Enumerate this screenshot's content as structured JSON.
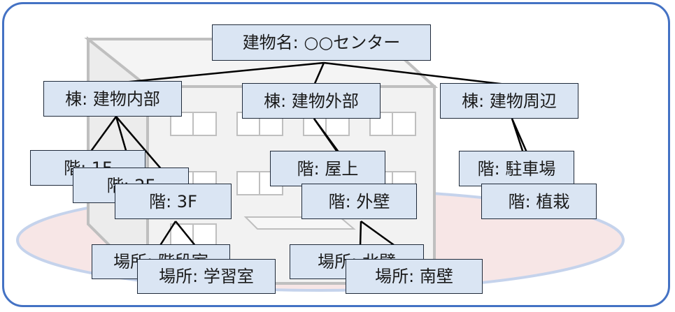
{
  "diagram": {
    "colors": {
      "frame": "#4472c4",
      "node_fill": "#dae5f3",
      "node_border": "#1f2a3a",
      "ellipse_fill": "#f7e6e6",
      "ellipse_stroke": "#c5d3ec",
      "building_fill": "#f2f2f2",
      "building_stroke": "#bfbfbf"
    },
    "root": {
      "label": "建物名: ○○センター"
    },
    "wings": [
      {
        "label": "棟: 建物内部"
      },
      {
        "label": "棟: 建物外部"
      },
      {
        "label": "棟: 建物周辺"
      }
    ],
    "floors": [
      {
        "label": "階: 1F"
      },
      {
        "label": "階: 2F"
      },
      {
        "label": "階: 3F"
      },
      {
        "label": "階: 屋上"
      },
      {
        "label": "階: 外壁"
      },
      {
        "label": "階: 駐車場"
      },
      {
        "label": "階: 植栽"
      }
    ],
    "places": [
      {
        "label": "場所: 階段室"
      },
      {
        "label": "場所: 学習室"
      },
      {
        "label": "場所: 北壁"
      },
      {
        "label": "場所: 南壁"
      }
    ]
  }
}
